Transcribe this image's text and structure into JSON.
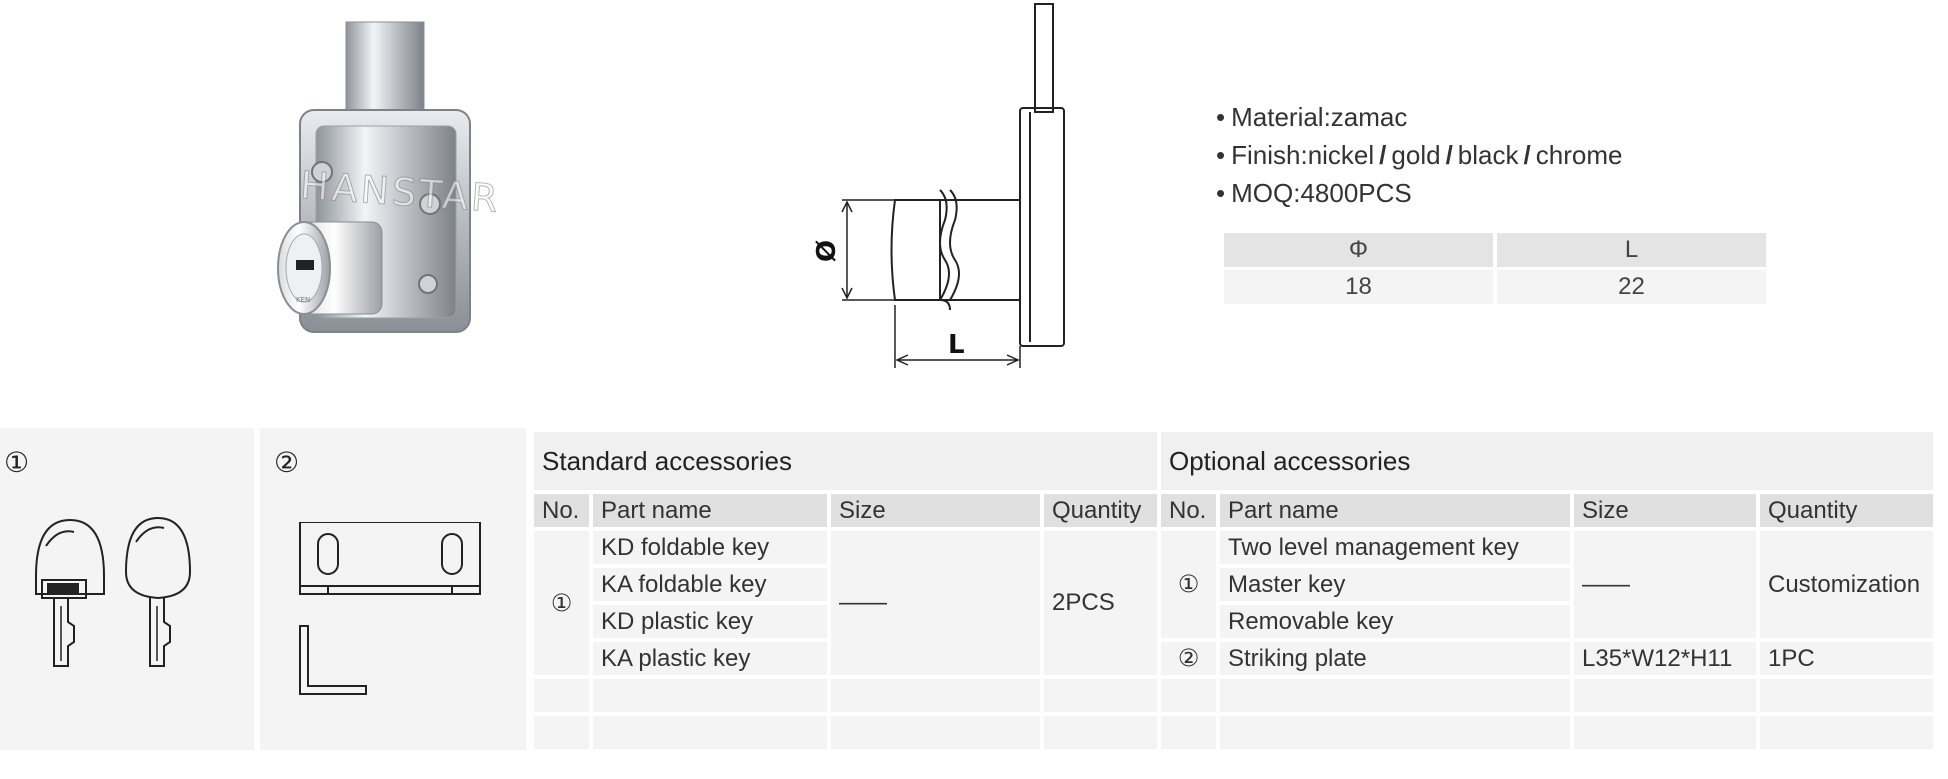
{
  "product": {
    "watermark": "HANSTAR"
  },
  "drawing": {
    "diameter_label": "Ø",
    "length_label": "L"
  },
  "specs": {
    "material": "Material:zamac",
    "finish_prefix": "Finish:nickel",
    "finish_gold": "gold",
    "finish_black": "black",
    "finish_chrome": "chrome",
    "moq": "MOQ:4800PCS",
    "bullet": "•",
    "slash": "/"
  },
  "size_table": {
    "headers": [
      "Φ",
      "L"
    ],
    "values": [
      "18",
      "22"
    ]
  },
  "panels": {
    "marker_1": "①",
    "marker_2": "②"
  },
  "accessories": {
    "standard_title": "Standard accessories",
    "optional_title": "Optional accessories",
    "columns": [
      "No.",
      "Part name",
      "Size",
      "Quantity"
    ],
    "standard": {
      "no": "①",
      "parts": [
        "KD foldable key",
        "KA foldable key",
        "KD plastic key",
        "KA plastic key"
      ],
      "size": "——",
      "quantity": "2PCS"
    },
    "optional": {
      "group1_no": "①",
      "group1_parts": [
        "Two level management key",
        "Master key",
        "Removable key"
      ],
      "group1_size": "——",
      "group1_quantity": "Customization",
      "group2_no": "②",
      "group2_part": "Striking plate",
      "group2_size": "L35*W12*H11",
      "group2_quantity": "1PC"
    }
  },
  "colors": {
    "header_bg": "#e0e0e0",
    "cell_bg": "#f4f4f4",
    "text": "#333333"
  }
}
